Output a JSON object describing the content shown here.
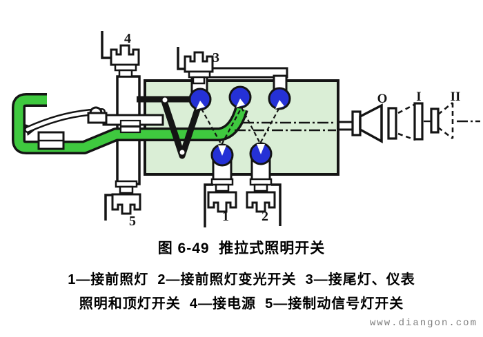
{
  "figure": {
    "title": "图 6-49  推拉式照明开关",
    "caption_line1": "1—接前照灯  2—接前照灯变光开关  3—接尾灯、仪表",
    "caption_line2": "照明和顶灯开关  4—接电源  5—接制动信号灯开关"
  },
  "diagram": {
    "labels": {
      "t1": "1",
      "t2": "2",
      "t3": "3",
      "t4": "4",
      "t5": "5",
      "pos_o": "O",
      "pos_i": "I",
      "pos_ii": "II"
    },
    "colors": {
      "highlight_green": "#3fc93f",
      "body_fill": "#daeed6",
      "terminal_blue": "#2531d6",
      "outline": "#141414"
    }
  },
  "watermark": "www.diangon.com"
}
